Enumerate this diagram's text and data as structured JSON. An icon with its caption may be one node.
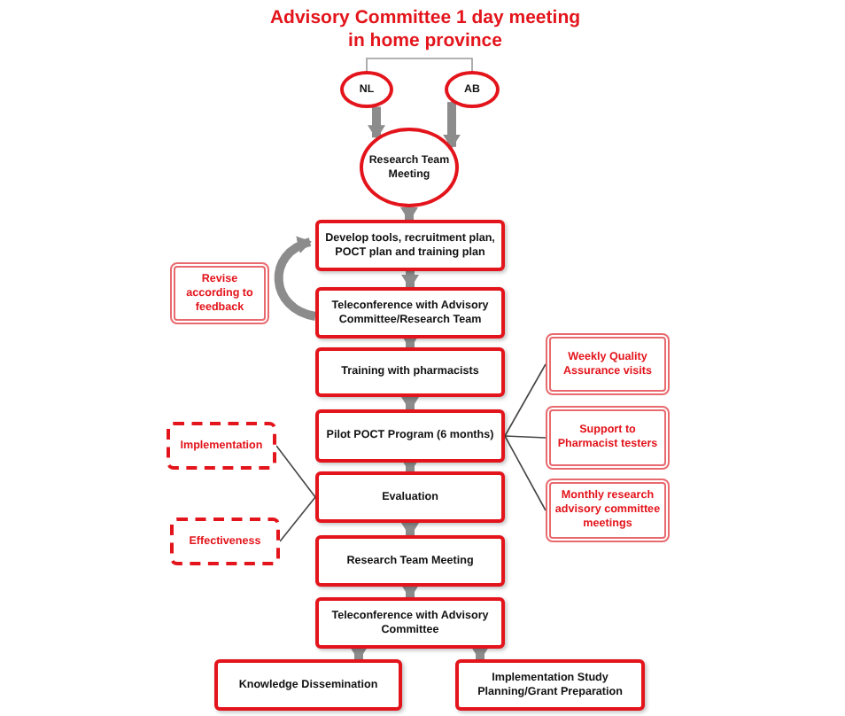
{
  "diagram": {
    "title": "Advisory Committee 1 day meeting in home province",
    "nodes": [
      {
        "text": [
          "NL"
        ]
      },
      {
        "text": [
          "AB"
        ]
      },
      {
        "text": [
          "Research Team Meeting"
        ]
      },
      {
        "text": [
          "Develop tools, recruitment plan, POCT plan and training plan"
        ]
      },
      {
        "text": [
          "Revise according to feedback"
        ]
      },
      {
        "text": [
          "Teleconference with Advisory Committee/Research Team"
        ]
      },
      {
        "text": [
          "Training with pharmacists"
        ]
      },
      {
        "text": [
          "Weekly Quality Assurance visits"
        ]
      },
      {
        "text": [
          "Pilot POCT Program (6 months)"
        ]
      },
      {
        "text": [
          "Support to Pharmacist testers"
        ]
      },
      {
        "text": [
          "Implementation"
        ]
      },
      {
        "text": [
          "Evaluation"
        ]
      },
      {
        "text": [
          "Monthly research advisory committee meetings"
        ]
      },
      {
        "text": [
          "Effectiveness"
        ]
      },
      {
        "text": [
          "Research Team Meeting"
        ]
      },
      {
        "text": [
          "Teleconference with Advisory Committee"
        ]
      },
      {
        "text": [
          "Knowledge Dissemination"
        ]
      },
      {
        "text": [
          "Implementation Study Planning/Grant Preparation"
        ]
      }
    ],
    "edges": [
      {
        "from": 0,
        "to": 1,
        "arrow": "none"
      },
      {
        "from": 0,
        "to": 2,
        "arrow": "to"
      },
      {
        "from": 1,
        "to": 2,
        "arrow": "to"
      },
      {
        "from": 2,
        "to": 3,
        "arrow": "to"
      },
      {
        "from": 3,
        "to": 5,
        "arrow": "to"
      },
      {
        "from": 5,
        "to": 3,
        "arrow": "to"
      },
      {
        "from": 5,
        "to": 6,
        "arrow": "to"
      },
      {
        "from": 6,
        "to": 8,
        "arrow": "to"
      },
      {
        "from": 8,
        "to": 7,
        "arrow": "none"
      },
      {
        "from": 8,
        "to": 9,
        "arrow": "none"
      },
      {
        "from": 8,
        "to": 12,
        "arrow": "none"
      },
      {
        "from": 8,
        "to": 11,
        "arrow": "to"
      },
      {
        "from": 10,
        "to": 11,
        "arrow": "none"
      },
      {
        "from": 13,
        "to": 11,
        "arrow": "none"
      },
      {
        "from": 11,
        "to": 14,
        "arrow": "to"
      },
      {
        "from": 14,
        "to": 15,
        "arrow": "to"
      },
      {
        "from": 15,
        "to": 16,
        "arrow": "to"
      },
      {
        "from": 15,
        "to": 17,
        "arrow": "to"
      }
    ]
  }
}
